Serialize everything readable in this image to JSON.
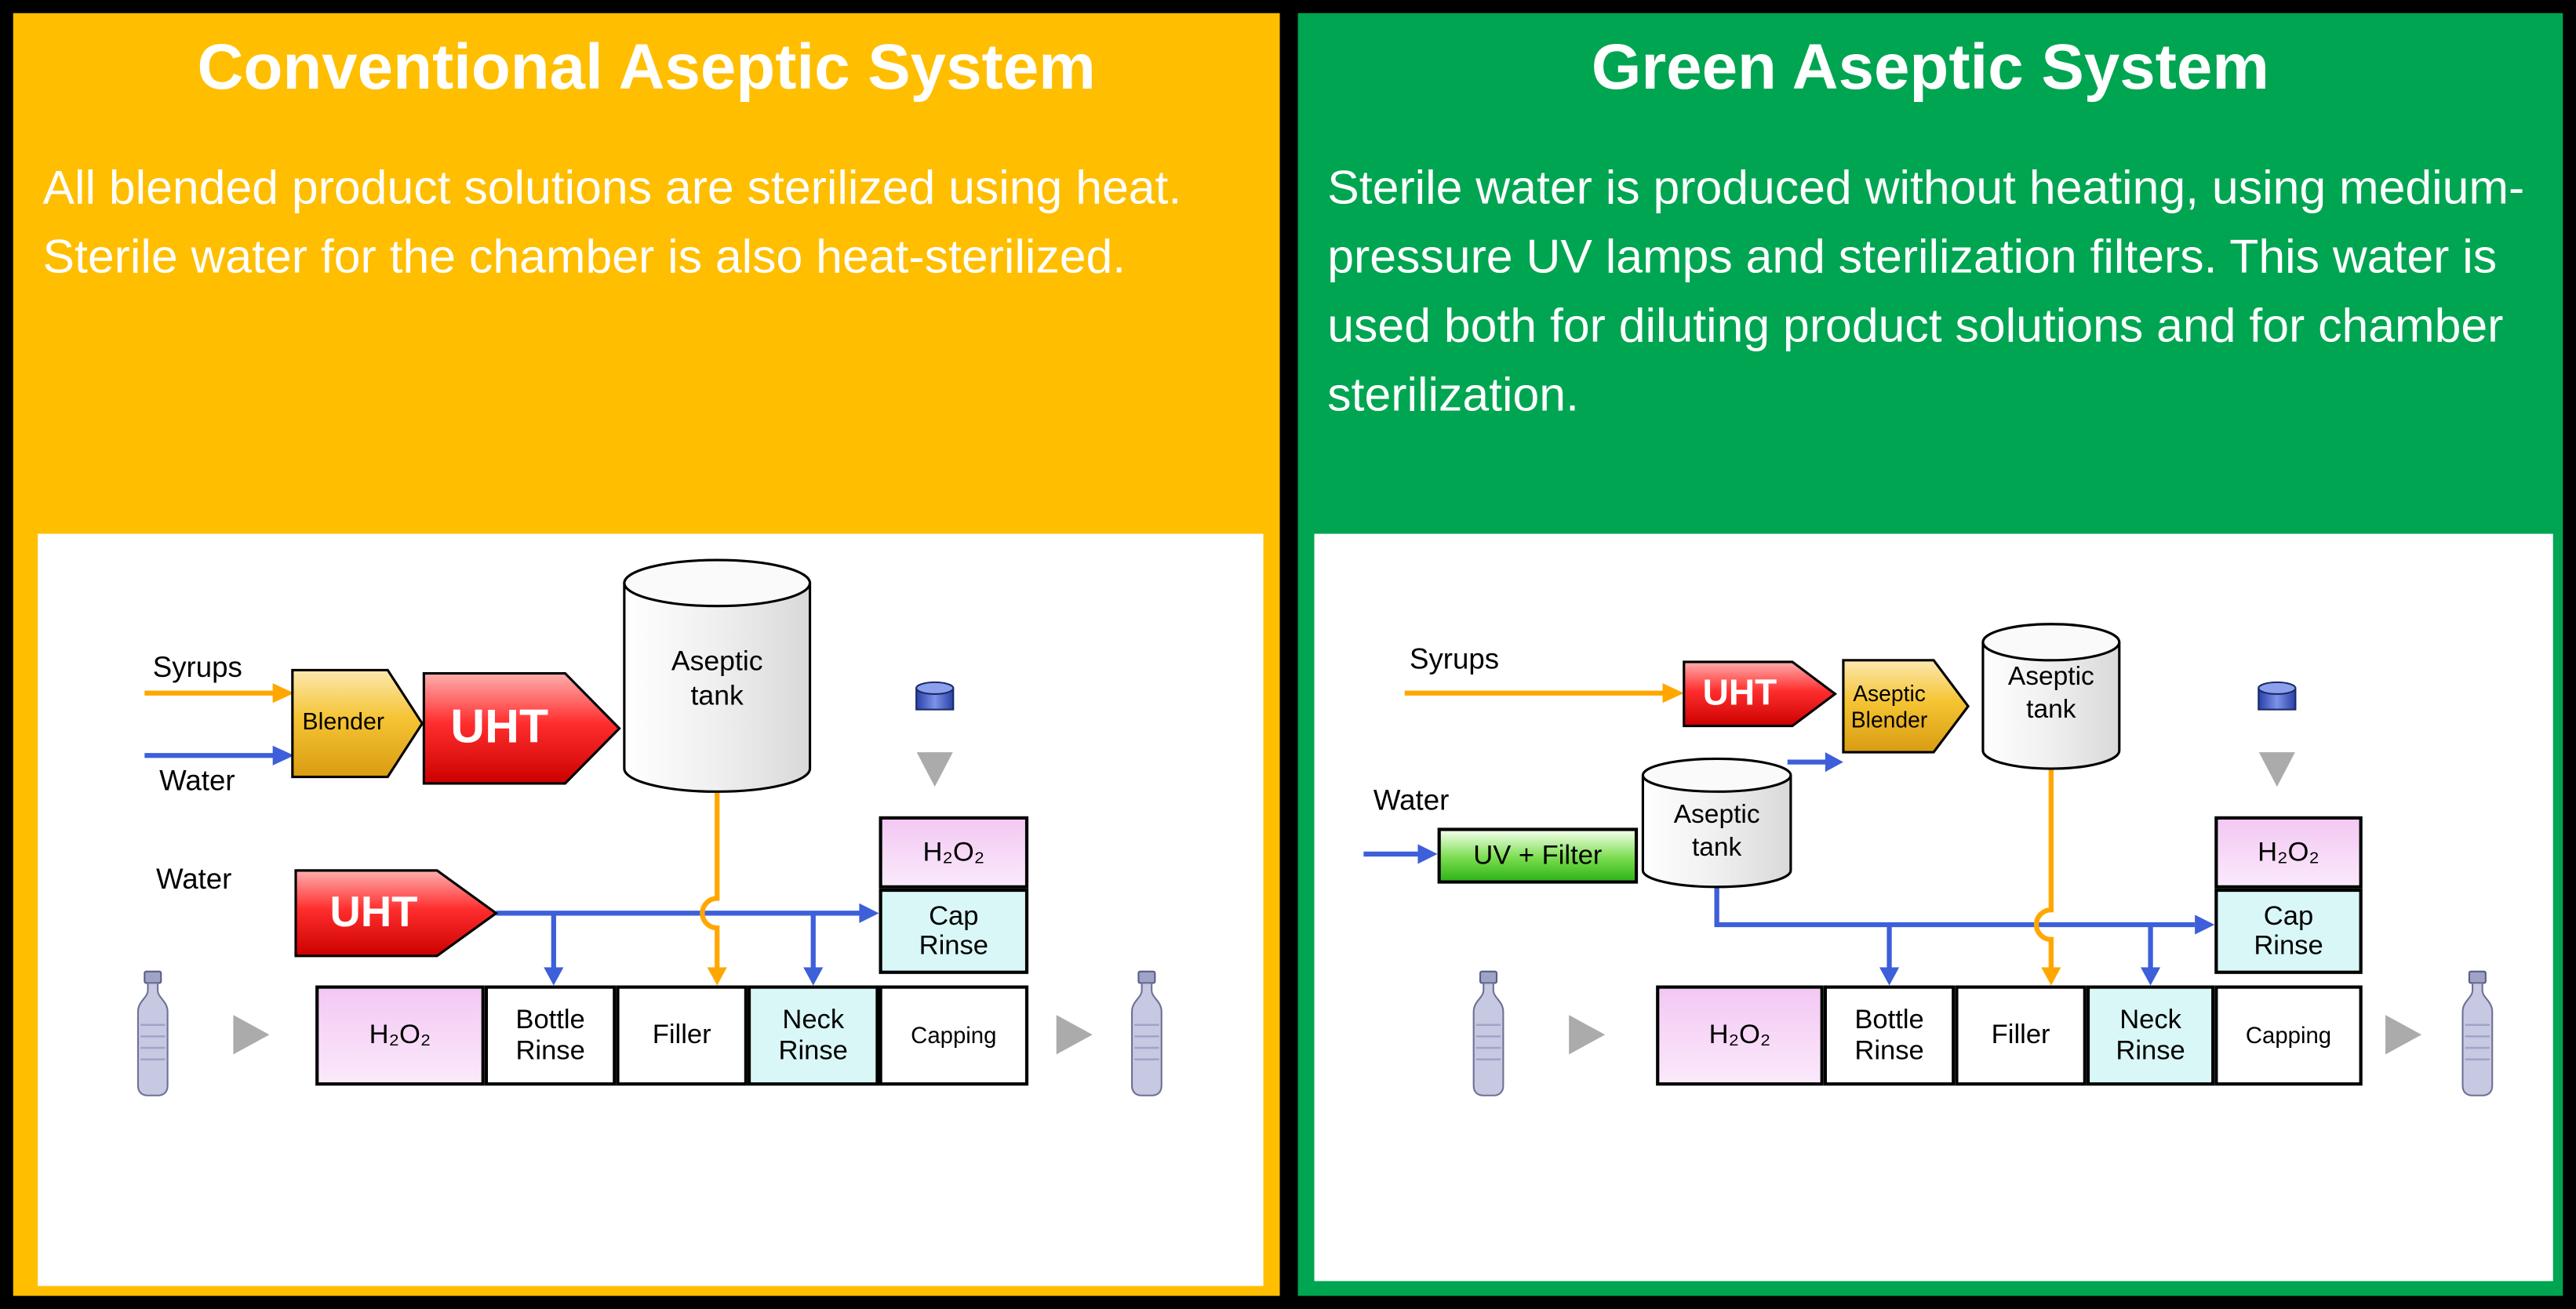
{
  "meta": {
    "type": "process-flow-comparison-diagram"
  },
  "colors": {
    "left_panel_bg": "#FFBE00",
    "right_panel_bg": "#00A551",
    "frame": "#000000",
    "water_line_blue": "#3D5FD9",
    "product_line_orange": "#FFA700",
    "uht_fill_red": "#E60000",
    "blender_fill_gold": "#F2BE3C",
    "uv_filter_fill_green": "#5ACB31",
    "h2o2_box_pink": "#F5CCF5",
    "rinse_box_cyan": "#D9F7F7",
    "flow_arrow_gray": "#ABABAB"
  },
  "icons": {
    "bottle": "plastic-bottle-icon",
    "cap": "bottle-cap-icon",
    "flow_arrow": "gray-triangle-arrow-icon"
  },
  "left": {
    "title": "Conventional Aseptic System",
    "description": "All blended product solutions are sterilized using heat. Sterile water for the chamber is also heat-sterilized.",
    "labels": {
      "syrups": "Syrups",
      "water_top": "Water",
      "blender": "Blender",
      "uht_top": "UHT",
      "aseptic_tank": "Aseptic tank",
      "water_bottom": "Water",
      "uht_bottom": "UHT",
      "h2o2_cap": "H₂O₂",
      "cap_rinse": "Cap Rinse"
    },
    "process": [
      "H₂O₂",
      "Bottle Rinse",
      "Filler",
      "Neck Rinse",
      "Capping"
    ]
  },
  "right": {
    "title": "Green Aseptic System",
    "description": "Sterile water is produced without heating, using medium-pressure UV lamps and sterilization filters. This water is used both for diluting product solutions and for chamber sterilization.",
    "labels": {
      "syrups": "Syrups",
      "uht": "UHT",
      "aseptic_blender": "Aseptic Blender",
      "aseptic_tank_top": "Aseptic tank",
      "water": "Water",
      "uv_filter": "UV + Filter",
      "aseptic_tank_mid": "Aseptic tank",
      "h2o2_cap": "H₂O₂",
      "cap_rinse": "Cap Rinse"
    },
    "process": [
      "H₂O₂",
      "Bottle Rinse",
      "Filler",
      "Neck Rinse",
      "Capping"
    ]
  }
}
